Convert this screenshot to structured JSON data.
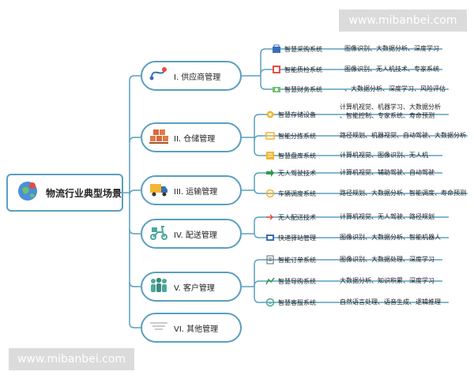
{
  "root": {
    "title": "物流行业典型场景"
  },
  "categories": [
    {
      "label": "I. 供应商管理",
      "children": [
        {
          "name": "智慧采购系统",
          "desc": [
            "图像识别、大数据分析、深度学习"
          ]
        },
        {
          "name": "智能质检系统",
          "desc": [
            "图像识别、无人机技术、专家系统"
          ]
        },
        {
          "name": "智慧财务系统",
          "desc": [
            "、大数据分析、深度学习、风险评估"
          ]
        }
      ]
    },
    {
      "label": "II. 仓储管理",
      "children": [
        {
          "name": "智慧存储设备",
          "desc": [
            "计算机视觉、机器学习、大数据分析",
            "、智能控制、专家系统、寿命预测"
          ]
        },
        {
          "name": "智能分拣系统",
          "desc": [
            "路径规划、机器视觉、自动驾驶、大数据分析"
          ]
        },
        {
          "name": "智慧盘库系统",
          "desc": [
            "计算机视觉、图像识别、无人机"
          ]
        }
      ]
    },
    {
      "label": "III. 运输管理",
      "children": [
        {
          "name": "无人驾驶技术",
          "desc": [
            "计算机视觉、辅助驾驶、自动驾驶"
          ]
        },
        {
          "name": "车辆调度系统",
          "desc": [
            "路径规划、大数据分析、智能调度、寿命预测"
          ]
        }
      ]
    },
    {
      "label": "IV. 配送管理",
      "children": [
        {
          "name": "无人配送技术",
          "desc": [
            "计算机视觉、无人驾驶、路径规划"
          ]
        },
        {
          "name": "快递驿站管理",
          "desc": [
            "图像识别、大数据分析、智能机器人"
          ]
        }
      ]
    },
    {
      "label": "V. 客户管理",
      "children": [
        {
          "name": "智能订单系统",
          "desc": [
            "图像识别、大数据处理、深度学习"
          ]
        },
        {
          "name": "智慧导购系统",
          "desc": [
            "大数据分析、知识积累、深度学习"
          ]
        },
        {
          "name": "智慧客服系统",
          "desc": [
            "自然语言处理、语音生成、逻辑推理"
          ]
        }
      ]
    },
    {
      "label": "VI. 其他管理",
      "children": []
    }
  ],
  "watermarks": [
    "www.mibanbei.com",
    "www.mibanbei.com"
  ],
  "colors": {
    "line": "#5a9fbf",
    "border": "#5a9fbf",
    "watermark_bg": "#d8d8d8"
  },
  "icons": [
    "globe-icon",
    "route-icon",
    "boxes-icon",
    "truck-icon",
    "scooter-icon",
    "people-icon",
    "lines-icon"
  ]
}
